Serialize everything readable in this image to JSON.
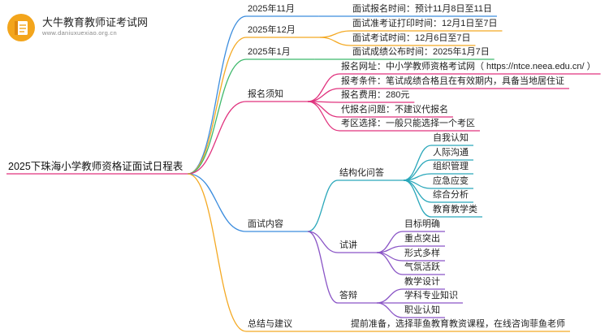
{
  "colors": {
    "blue": "#3c8dde",
    "orange": "#f4a923",
    "green": "#3fb96c",
    "magenta": "#e0337e",
    "teal": "#2aa7ba",
    "purple": "#8a55c6"
  },
  "logo": {
    "icon": "book-icon",
    "title": "大牛教育教师证考试网",
    "url": "www.daniuxuexiao.org.cn"
  },
  "root": {
    "label": "2025下珠海小学教师资格证面试日程表"
  },
  "branches": {
    "nov": {
      "label": "2025年11月",
      "items": [
        "面试报名时间：预计11月8日至11日"
      ]
    },
    "dec": {
      "label": "2025年12月",
      "items": [
        "面试准考证打印时间：12月1日至7日",
        "面试考试时间：12月6日至7日"
      ]
    },
    "jan": {
      "label": "2025年1月",
      "items": [
        "面试成绩公布时间：2025年1月7日"
      ]
    },
    "reg": {
      "label": "报名须知",
      "items": [
        "报名网址：中小学教师资格考试网（ https://ntce.neea.edu.cn/ ）",
        "报考条件：笔试成绩合格且在有效期内，具备当地居住证",
        "报名费用：280元",
        "代报名问题：不建议代报名",
        "考区选择：一般只能选择一个考区"
      ]
    },
    "content": {
      "label": "面试内容",
      "structured": {
        "label": "结构化问答",
        "items": [
          "自我认知",
          "人际沟通",
          "组织管理",
          "应急应变",
          "综合分析",
          "教育教学类"
        ]
      },
      "lecture": {
        "label": "试讲",
        "items": [
          "目标明确",
          "重点突出",
          "形式多样",
          "气氛活跃"
        ]
      },
      "defense": {
        "label": "答辩",
        "items": [
          "教学设计",
          "学科专业知识",
          "职业认知"
        ]
      }
    },
    "summary": {
      "label": "总结与建议",
      "items": [
        "提前准备，选择菲鱼教育教资课程，在线咨询菲鱼老师"
      ]
    }
  }
}
